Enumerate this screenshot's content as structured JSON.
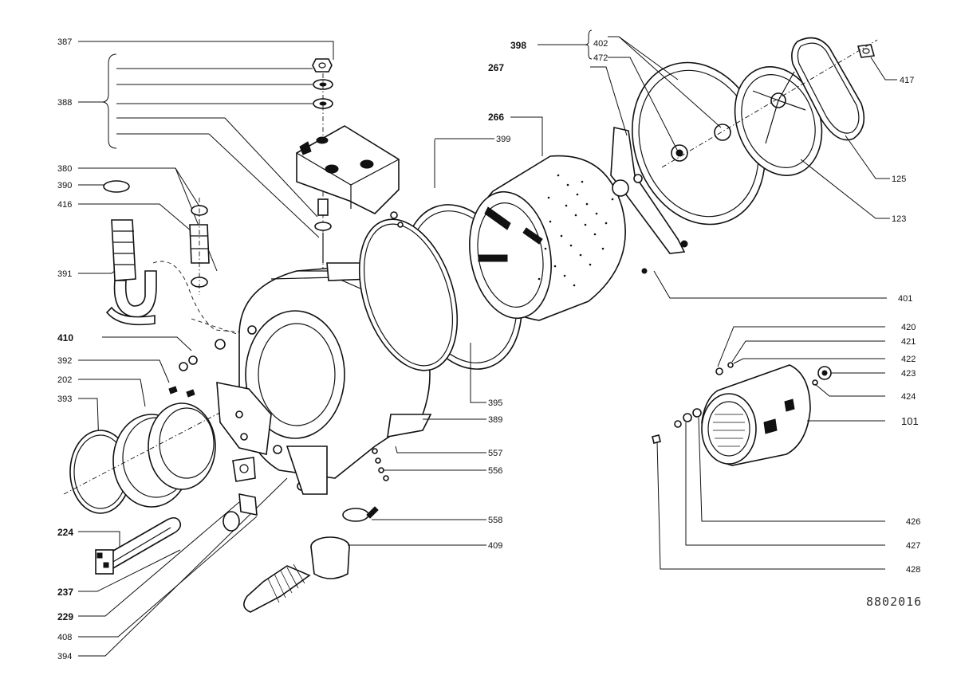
{
  "drawing_ref": "8802016",
  "callouts": {
    "c387": "387",
    "c388": "388",
    "c380": "380",
    "c390": "390",
    "c416": "416",
    "c391": "391",
    "c410": "410",
    "c392": "392",
    "c202": "202",
    "c393": "393",
    "c224": "224",
    "c237": "237",
    "c229": "229",
    "c408": "408",
    "c394": "394",
    "c398": "398",
    "c402": "402",
    "c472": "472",
    "c267": "267",
    "c266": "266",
    "c399": "399",
    "c417": "417",
    "c125": "125",
    "c123": "123",
    "c401": "401",
    "c420": "420",
    "c421": "421",
    "c422": "422",
    "c423": "423",
    "c424": "424",
    "c101": "101",
    "c395": "395",
    "c389": "389",
    "c557": "557",
    "c556": "556",
    "c558": "558",
    "c409": "409",
    "c426": "426",
    "c427": "427",
    "c428": "428"
  }
}
